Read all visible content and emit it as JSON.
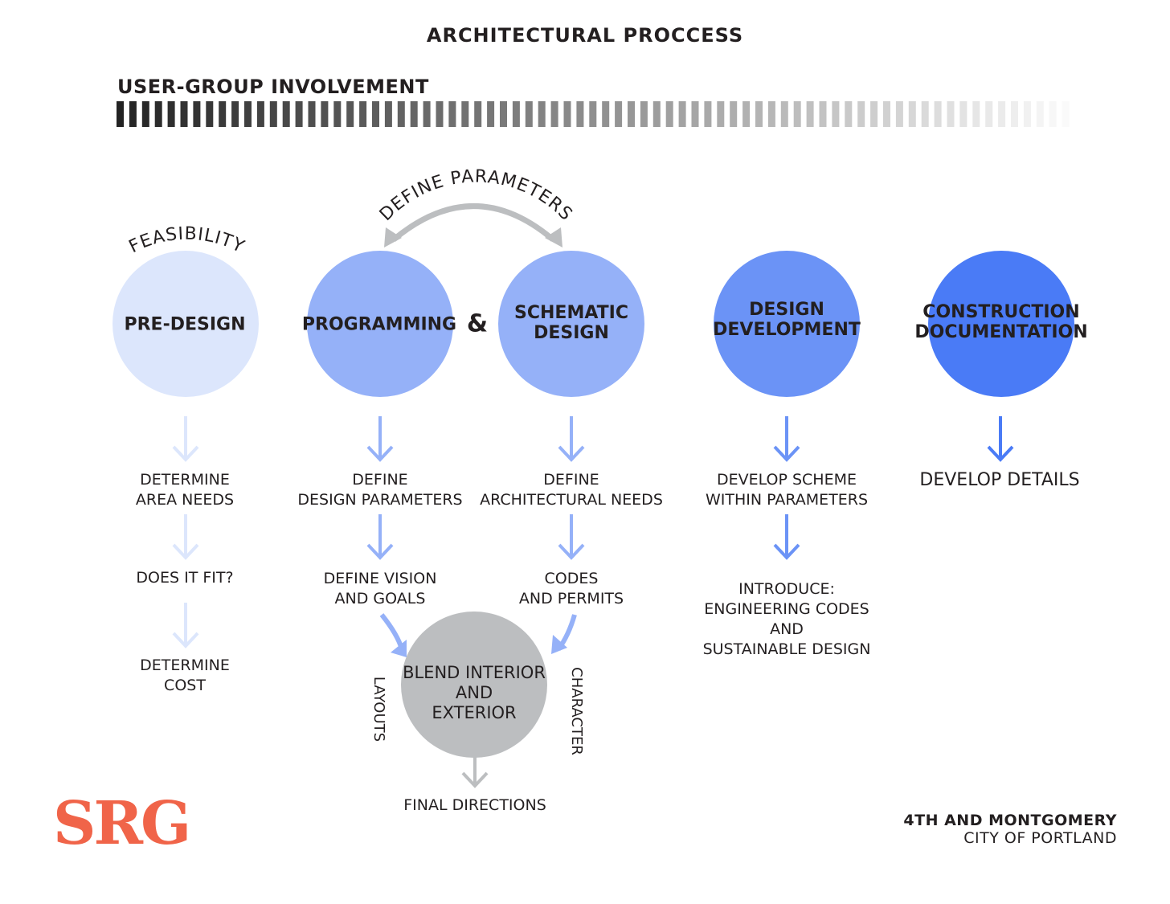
{
  "title": "ARCHITECTURAL PROCCESS",
  "user_group": {
    "label": "USER-GROUP INVOLVEMENT"
  },
  "arcs": {
    "feasibility": "FEASIBILITY",
    "define_parameters": "DEFINE PARAMETERS"
  },
  "phases": {
    "pre_design": "PRE-DESIGN",
    "programming": "PROGRAMMING",
    "ampersand": "&",
    "schematic_line1": "SCHEMATIC",
    "schematic_line2": "DESIGN",
    "dd_line1": "DESIGN",
    "dd_line2": "DEVELOPMENT",
    "cd_line1": "CONSTRUCTION",
    "cd_line2": "DOCUMENTATION"
  },
  "steps": {
    "pre_design": {
      "s1_l1": "DETERMINE",
      "s1_l2": "AREA NEEDS",
      "s2": "DOES IT FIT?",
      "s3_l1": "DETERMINE",
      "s3_l2": "COST"
    },
    "programming": {
      "s1_l1": "DEFINE",
      "s1_l2": "DESIGN PARAMETERS",
      "s2_l1": "DEFINE VISION",
      "s2_l2": "AND GOALS"
    },
    "schematic": {
      "s1_l1": "DEFINE",
      "s1_l2": "ARCHITECTURAL NEEDS",
      "s2_l1": "CODES",
      "s2_l2": "AND PERMITS"
    },
    "design_development": {
      "s1_l1": "DEVELOP SCHEME",
      "s1_l2": "WITHIN PARAMETERS",
      "s2_l1": "INTRODUCE:",
      "s2_l2": "ENGINEERING CODES",
      "s2_l3": "AND",
      "s2_l4": "SUSTAINABLE DESIGN"
    },
    "construction": {
      "s1": "DEVELOP DETAILS"
    }
  },
  "blend": {
    "line1": "BLEND INTERIOR",
    "line2": "AND",
    "line3": "EXTERIOR",
    "left_side": "LAYOUTS",
    "right_side": "CHARACTER",
    "result": "FINAL DIRECTIONS"
  },
  "logo": "SRG",
  "footer": {
    "project": "4TH AND MONTGOMERY",
    "client": "CITY OF PORTLAND"
  },
  "colors": {
    "pre_design": "#dce6fc",
    "programming": "#95b1f8",
    "schematic": "#95b1f8",
    "design_development": "#6b93f6",
    "construction": "#4a7bf6",
    "blend": "#bcbec0",
    "logo": "#f06449",
    "text": "#231f20"
  }
}
